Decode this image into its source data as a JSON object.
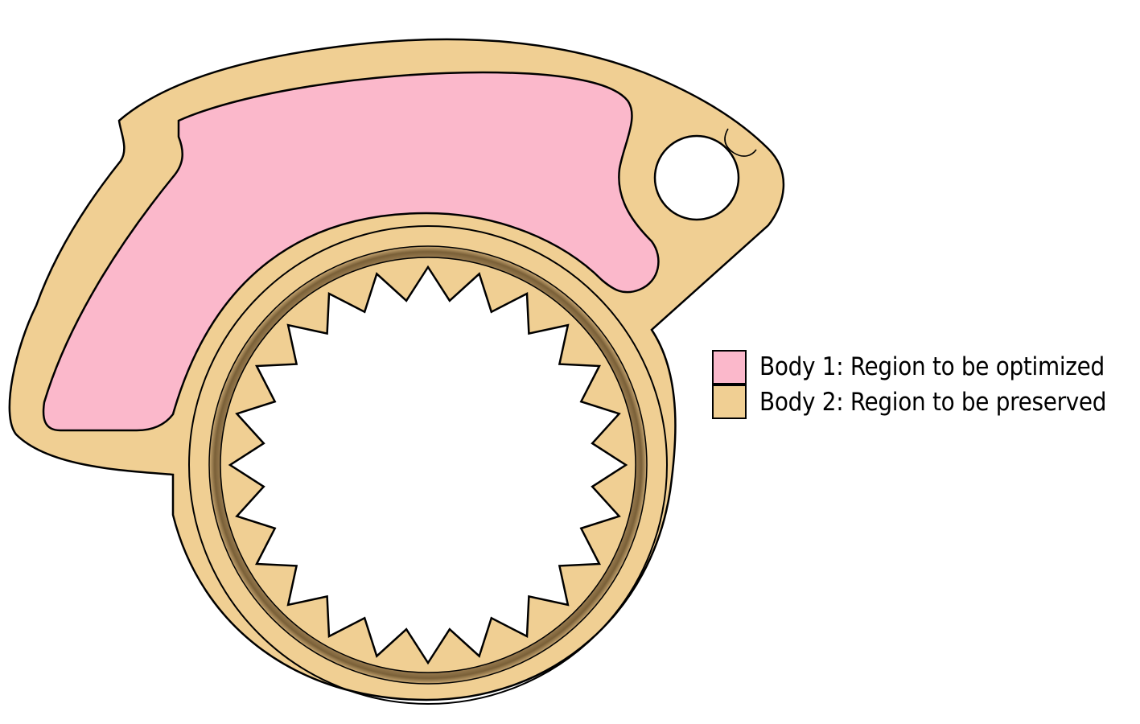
{
  "colors": {
    "optimized_region": "#fbb8cb",
    "preserved_region": "#f0cf93",
    "outline": "#000000",
    "background": "#ffffff"
  },
  "part": {
    "spline_teeth_count": 24
  },
  "legend": {
    "items": [
      {
        "label": "Body 1: Region to be optimized",
        "color": "#fbb8cb"
      },
      {
        "label": "Body 2: Region to be preserved",
        "color": "#f0cf93"
      }
    ]
  }
}
